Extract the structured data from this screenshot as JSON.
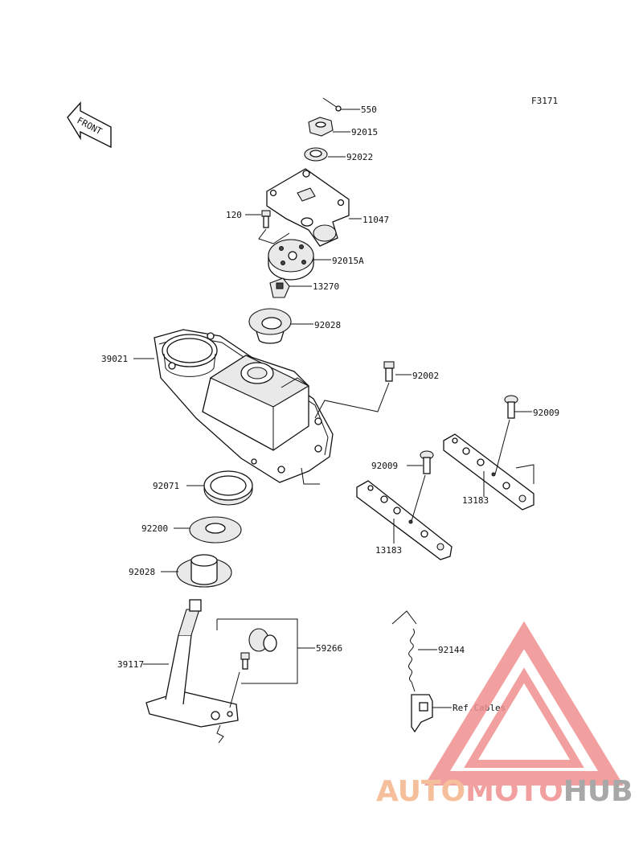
{
  "figure_code": "F3171",
  "front_label": "FRONT",
  "reference_label": "Ref.Cables",
  "parts": {
    "p550": "550",
    "p92015": "92015",
    "p92022": "92022",
    "p11047": "11047",
    "p120": "120",
    "p92015a": "92015A",
    "p13270": "13270",
    "p92028_upper": "92028",
    "p39021": "39021",
    "p92002": "92002",
    "p92009_right": "92009",
    "p92009_left": "92009",
    "p13183_right": "13183",
    "p13183_left": "13183",
    "p92071": "92071",
    "p92200": "92200",
    "p92028_lower": "92028",
    "p59266": "59266",
    "p92144": "92144",
    "p39117": "39117"
  },
  "watermark": {
    "part1": "AUTO",
    "part2": "MOTO",
    "part3": "HUB"
  },
  "colors": {
    "watermark_orange": "#f5b58a",
    "watermark_red": "#ef8f8f",
    "watermark_gray": "#9a9a9a"
  }
}
